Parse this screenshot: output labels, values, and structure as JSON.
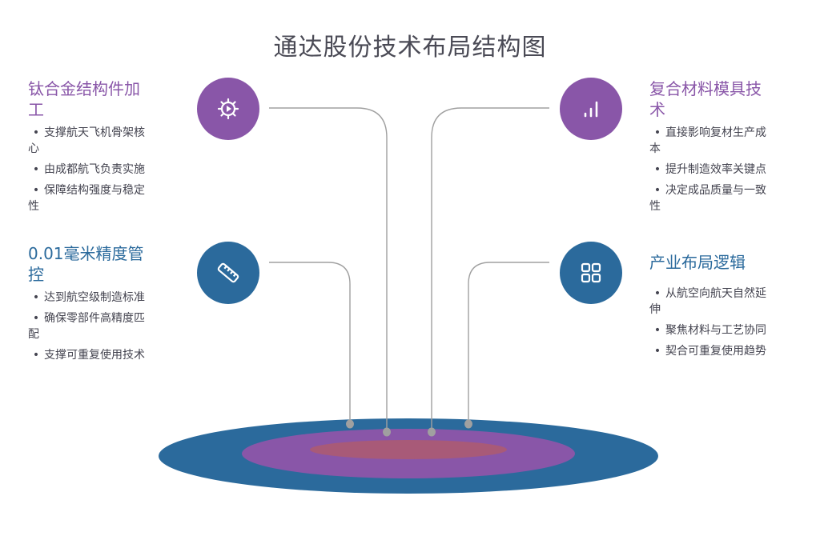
{
  "title": "通达股份技术布局结构图",
  "colors": {
    "purple": "#8956a8",
    "blue": "#2b6a9c",
    "core": "#a85a78",
    "line": "#a0a0a0",
    "title": "#4a4a55"
  },
  "sections": [
    {
      "heading": "钛合金结构件加工",
      "icon": "gear-play-icon",
      "color": "#8956a8",
      "bullet": "•",
      "items": [
        "支撑航天飞机骨架核心",
        "由成都航飞负责实施",
        "保障结构强度与稳定性"
      ]
    },
    {
      "heading": "0.01毫米精度管控",
      "icon": "ruler-icon",
      "color": "#2b6a9c",
      "bullet": "•",
      "items": [
        "达到航空级制造标准",
        "确保零部件高精度匹配",
        "支撑可重复使用技术"
      ]
    },
    {
      "heading": "复合材料模具技术",
      "icon": "bar-chart-icon",
      "color": "#8956a8",
      "bullet": "•",
      "items": [
        "直接影响复材生产成本",
        "提升制造效率关键点",
        "决定成品质量与一致性"
      ]
    },
    {
      "heading": "产业布局逻辑",
      "icon": "grid-icon",
      "color": "#2b6a9c",
      "bullet": "•",
      "items": [
        "从航空向航天自然延伸",
        "聚焦材料与工艺协同",
        "契合可重复使用趋势"
      ]
    }
  ]
}
